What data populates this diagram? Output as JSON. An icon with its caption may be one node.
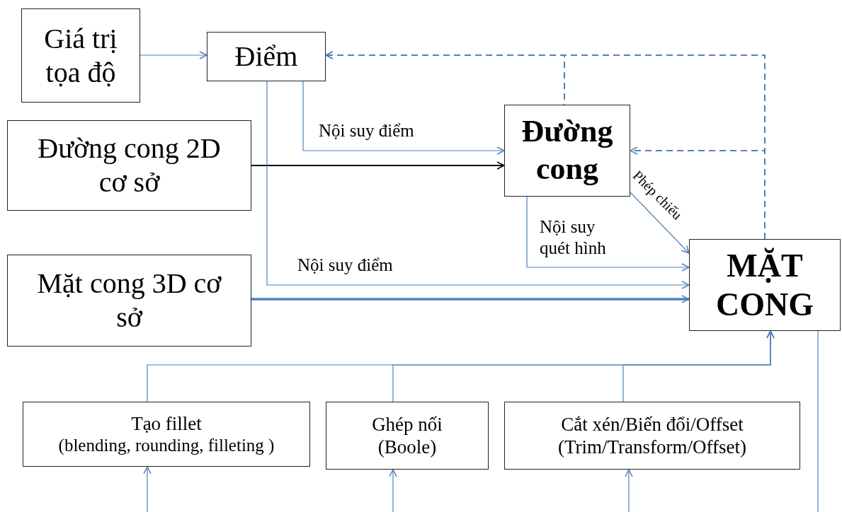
{
  "diagram": {
    "nodes": [
      {
        "text": [
          "Giá trị tọa độ"
        ]
      },
      {
        "text": [
          "Điểm"
        ]
      },
      {
        "text": [
          "Đường cong 2D cơ sở"
        ]
      },
      {
        "text": [
          "Đường cong"
        ]
      },
      {
        "text": [
          "Mặt cong 3D cơ sở"
        ]
      },
      {
        "text": [
          "MẶT CONG"
        ]
      },
      {
        "text": [
          "Tạo fillet",
          "(blending, rounding, filleting )"
        ]
      },
      {
        "text": [
          "Ghép nối",
          "(Boole)"
        ]
      },
      {
        "text": [
          "Cắt xén/Biến đổi/Offset",
          "(Trim/Transform/Offset)"
        ]
      }
    ],
    "edges": [
      {
        "from": 0,
        "to": 1,
        "arrow": "to"
      },
      {
        "from": 1,
        "to": 3,
        "arrow": "to",
        "label": "Nội suy điểm"
      },
      {
        "from": 2,
        "to": 3,
        "arrow": "to",
        "color": "#000000"
      },
      {
        "from": 1,
        "to": 5,
        "arrow": "to",
        "label": "Nội suy điểm"
      },
      {
        "from": 4,
        "to": 5,
        "arrow": "to",
        "style": "thick"
      },
      {
        "from": 3,
        "to": 5,
        "arrow": "to",
        "label": "Phép chiếu"
      },
      {
        "from": 3,
        "to": 5,
        "arrow": "to",
        "label": "Nội suy quét hình"
      },
      {
        "from": 5,
        "to": 3,
        "arrow": "to",
        "style": "dashed"
      },
      {
        "from": 5,
        "to": 1,
        "arrow": "to",
        "style": "dashed"
      },
      {
        "from": 3,
        "to": 1,
        "arrow": "to",
        "style": "dashed"
      },
      {
        "from": 6,
        "to": 5,
        "arrow": "to"
      },
      {
        "from": 7,
        "to": 5,
        "arrow": "to"
      },
      {
        "from": 8,
        "to": 5,
        "arrow": "to"
      },
      {
        "from": null,
        "to": 6,
        "arrow": "to"
      },
      {
        "from": null,
        "to": 7,
        "arrow": "to"
      },
      {
        "from": null,
        "to": 8,
        "arrow": "to"
      },
      {
        "from": 5,
        "to": null,
        "arrow": "none"
      }
    ]
  }
}
